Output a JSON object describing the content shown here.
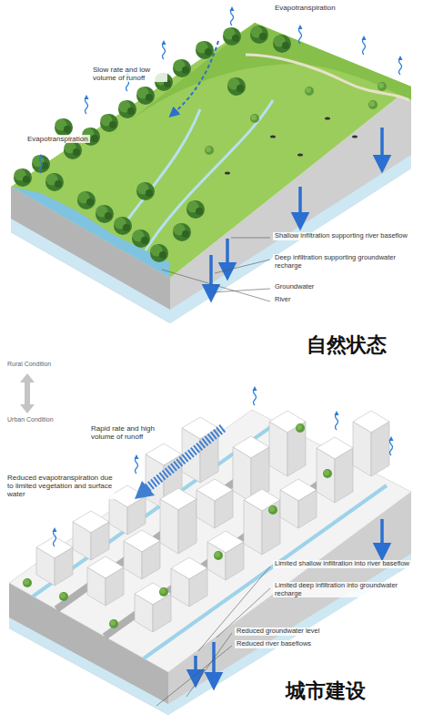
{
  "diagram": {
    "labels": [
      "Evapotranspiration",
      "Slow rate and low volume of runoff",
      "Evapotranspiration",
      "Shallow infiltration supporting river baseflow",
      "Deep infiltration supporting groundwater recharge",
      "Groundwater",
      "River",
      "自然状态",
      "Rural Condition",
      "Urban Condition",
      "Rapid rate and high volume of runoff",
      "Reduced evapotranspiration due to limited vegetation and surface water",
      "Limited shallow infiltration into river baseflow",
      "Limited deep infiltration into groundwater recharge",
      "Reduced groundwater level",
      "Reduced river baseflows",
      "城市建设"
    ]
  }
}
